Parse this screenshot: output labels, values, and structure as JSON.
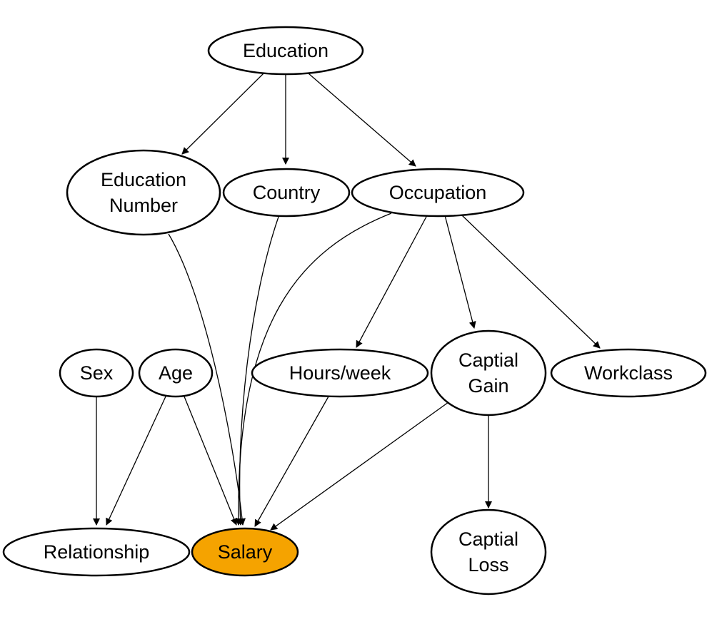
{
  "colors": {
    "highlight_fill": "#f5a300",
    "node_fill": "#ffffff",
    "stroke": "#000000"
  },
  "nodes": {
    "education": {
      "lines": [
        "Education"
      ]
    },
    "education_number": {
      "lines": [
        "Education",
        "Number"
      ]
    },
    "country": {
      "lines": [
        "Country"
      ]
    },
    "occupation": {
      "lines": [
        "Occupation"
      ]
    },
    "sex": {
      "lines": [
        "Sex"
      ]
    },
    "age": {
      "lines": [
        "Age"
      ]
    },
    "hours_week": {
      "lines": [
        "Hours/week"
      ]
    },
    "capital_gain": {
      "lines": [
        "Captial",
        "Gain"
      ]
    },
    "workclass": {
      "lines": [
        "Workclass"
      ]
    },
    "relationship": {
      "lines": [
        "Relationship"
      ]
    },
    "salary": {
      "lines": [
        "Salary"
      ],
      "highlighted": true
    },
    "capital_loss": {
      "lines": [
        "Captial",
        "Loss"
      ]
    }
  },
  "edges": [
    {
      "from": "education",
      "to": "education_number"
    },
    {
      "from": "education",
      "to": "country"
    },
    {
      "from": "education",
      "to": "occupation"
    },
    {
      "from": "education_number",
      "to": "salary"
    },
    {
      "from": "country",
      "to": "salary"
    },
    {
      "from": "occupation",
      "to": "salary"
    },
    {
      "from": "occupation",
      "to": "hours_week"
    },
    {
      "from": "occupation",
      "to": "capital_gain"
    },
    {
      "from": "occupation",
      "to": "workclass"
    },
    {
      "from": "sex",
      "to": "relationship"
    },
    {
      "from": "age",
      "to": "relationship"
    },
    {
      "from": "age",
      "to": "salary"
    },
    {
      "from": "hours_week",
      "to": "salary"
    },
    {
      "from": "capital_gain",
      "to": "salary"
    },
    {
      "from": "capital_gain",
      "to": "capital_loss"
    }
  ]
}
